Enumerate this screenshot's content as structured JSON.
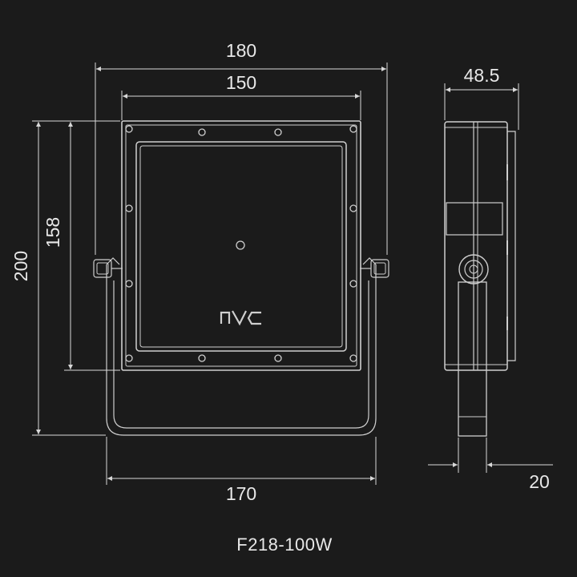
{
  "colors": {
    "background": "#1b1b1b",
    "line": "#d0d0d0",
    "text": "#e8e8e8"
  },
  "dimensions": {
    "bracket_width": "180",
    "housing_width": "150",
    "overall_height": "200",
    "housing_height": "158",
    "bottom_width": "170",
    "side_depth": "48.5",
    "bracket_depth": "20"
  },
  "logo": "nvc",
  "caption": "F218-100W"
}
